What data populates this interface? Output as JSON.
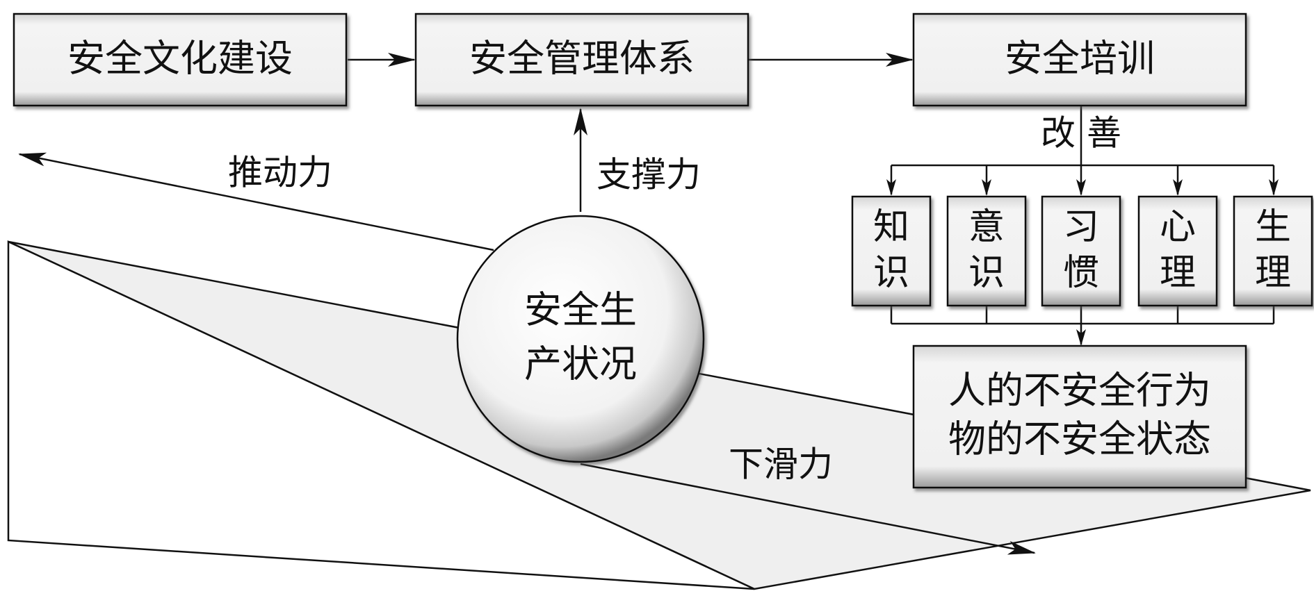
{
  "top_boxes": {
    "culture": "安全文化建设",
    "management": "安全管理体系",
    "training": "安全培训"
  },
  "labels": {
    "push": "推动力",
    "support": "支撑力",
    "improve": "改 善",
    "slide": "下滑力"
  },
  "circle": {
    "line1": "安全生",
    "line2": "产状况"
  },
  "factors": [
    {
      "line1": "知",
      "line2": "识"
    },
    {
      "line1": "意",
      "line2": "识"
    },
    {
      "line1": "习",
      "line2": "惯"
    },
    {
      "line1": "心",
      "line2": "理"
    },
    {
      "line1": "生",
      "line2": "理"
    }
  ],
  "result": {
    "line1": "人的不安全行为",
    "line2": "物的不安全状态"
  }
}
